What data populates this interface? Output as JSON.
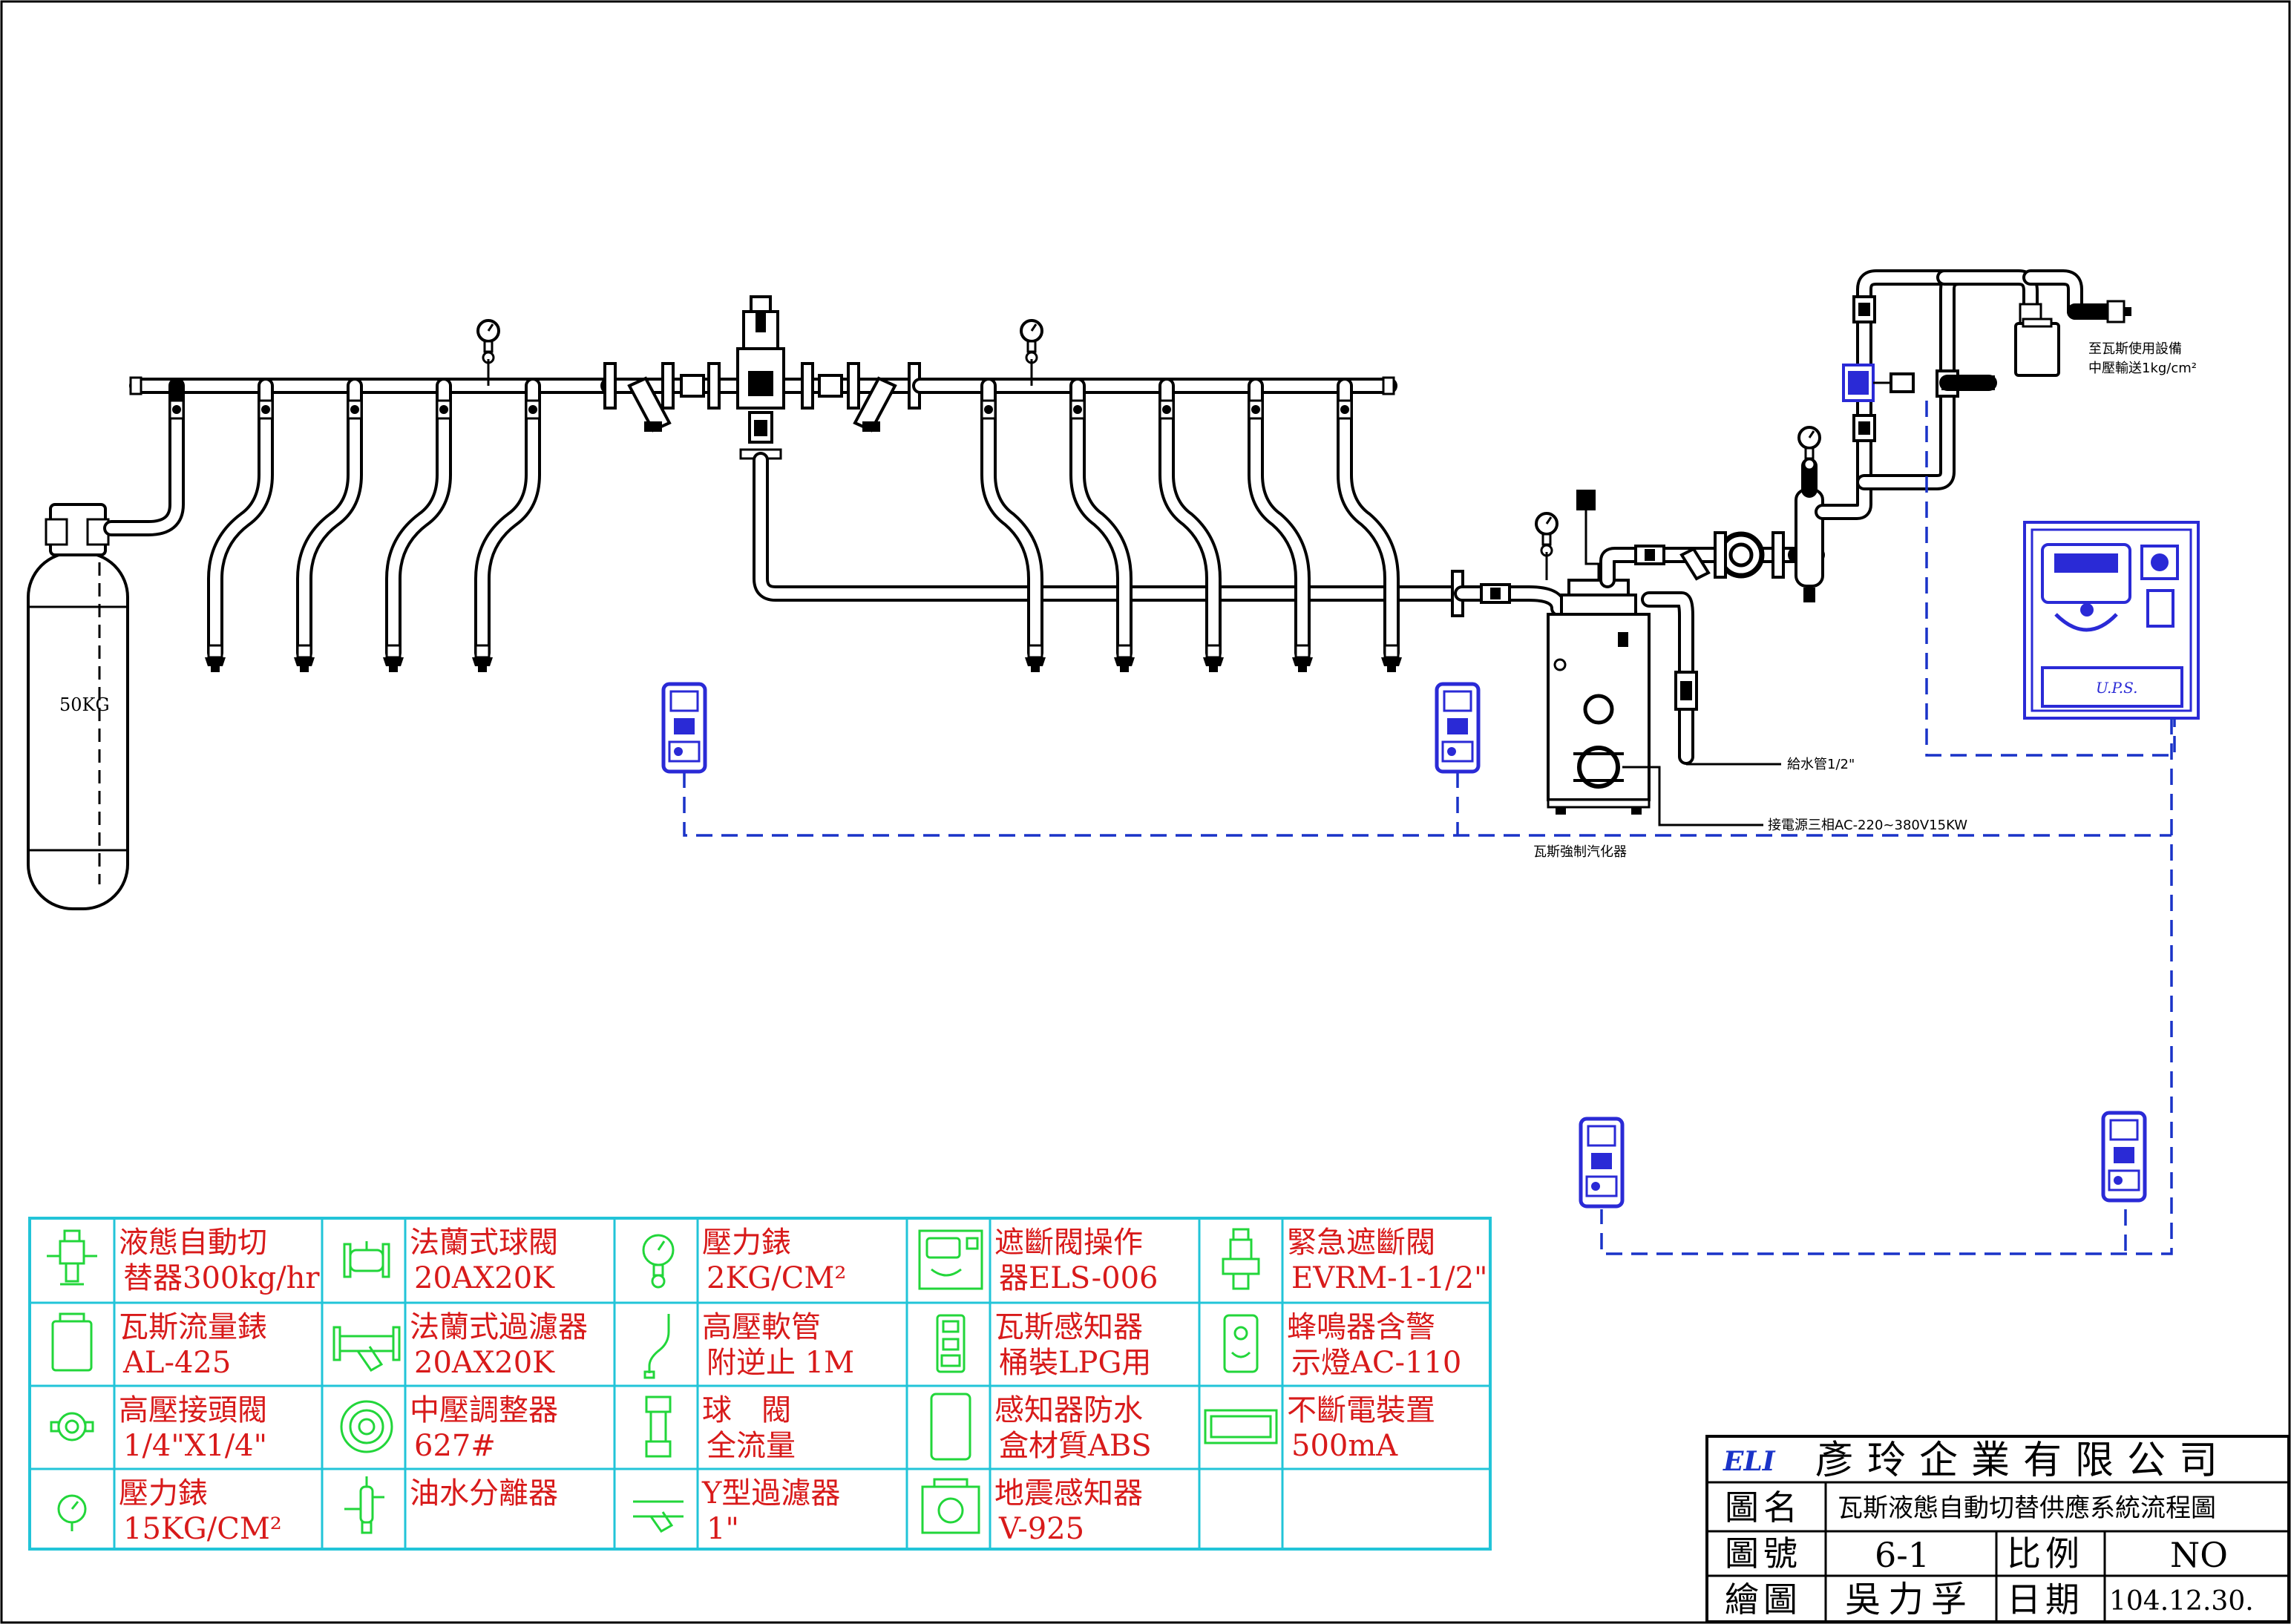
{
  "diagram": {
    "cylinder_label": "50KG",
    "vaporizer_label": "瓦斯強制汽化器",
    "water_pipe_label": "給水管1/2\"",
    "power_label": "接電源三相AC-220~380V15KW",
    "outlet_label_1": "至瓦斯使用設備",
    "outlet_label_2": "中壓輸送1kg/cm²",
    "ups_badge": "U.P.S."
  },
  "legend": [
    {
      "icon": "auto-switch-valve-icon",
      "line1": "液態自動切",
      "line2": "替器300kg/hr"
    },
    {
      "icon": "flange-ball-valve-icon",
      "line1": "法蘭式球閥",
      "line2": "20AX20K"
    },
    {
      "icon": "pressure-gauge-icon",
      "line1": "壓力錶",
      "line2": "2KG/CM²"
    },
    {
      "icon": "shutoff-controller-icon",
      "line1": "遮斷閥操作",
      "line2": "器ELS-006"
    },
    {
      "icon": "emergency-shutoff-valve-icon",
      "line1": "緊急遮斷閥",
      "line2": "EVRM-1-1/2\""
    },
    {
      "icon": "gas-meter-icon",
      "line1": "瓦斯流量錶",
      "line2": "AL-425"
    },
    {
      "icon": "flange-filter-icon",
      "line1": "法蘭式過濾器",
      "line2": "20AX20K"
    },
    {
      "icon": "high-pressure-hose-icon",
      "line1": "高壓軟管",
      "line2": "附逆止 1M"
    },
    {
      "icon": "gas-detector-icon",
      "line1": "瓦斯感知器",
      "line2": "桶裝LPG用"
    },
    {
      "icon": "buzzer-alarm-icon",
      "line1": "蜂鳴器含警",
      "line2": "示燈AC-110"
    },
    {
      "icon": "hp-joint-valve-icon",
      "line1": "高壓接頭閥",
      "line2": "1/4\"X1/4\""
    },
    {
      "icon": "mp-regulator-icon",
      "line1": "中壓調整器",
      "line2": "627#"
    },
    {
      "icon": "ball-valve-icon",
      "line1": "球　閥",
      "line2": "全流量"
    },
    {
      "icon": "detector-waterproof-box-icon",
      "line1": "感知器防水",
      "line2": "盒材質ABS"
    },
    {
      "icon": "ups-icon",
      "line1": "不斷電裝置",
      "line2": "500mA"
    },
    {
      "icon": "pressure-gauge-15-icon",
      "line1": "壓力錶",
      "line2": "15KG/CM²"
    },
    {
      "icon": "oil-water-separator-icon",
      "line1": "油水分離器",
      "line2": ""
    },
    {
      "icon": "y-strainer-icon",
      "line1": "Y型過濾器",
      "line2": "1\""
    },
    {
      "icon": "seismic-sensor-icon",
      "line1": "地震感知器",
      "line2": "V-925"
    },
    {
      "icon": "",
      "line1": "",
      "line2": ""
    }
  ],
  "title_block": {
    "company": "彥玲企業有限公司",
    "logo_text": "ELI",
    "name_label": "圖名",
    "name_value": "瓦斯液態自動切替供應系統流程圖",
    "number_label": "圖號",
    "number_value": "6-1",
    "scale_label": "比例",
    "scale_value": "NO",
    "drawer_label": "繪圖",
    "drawer_value": "吳力孚",
    "date_label": "日期",
    "date_value": "104.12.30."
  },
  "colors": {
    "pipe": "#000000",
    "signal_line": "#1a33c8",
    "legend_grid": "#22c4d8",
    "legend_icon": "#22d63a",
    "legend_text": "#d81a1a",
    "device_blue": "#2a2ad6"
  }
}
